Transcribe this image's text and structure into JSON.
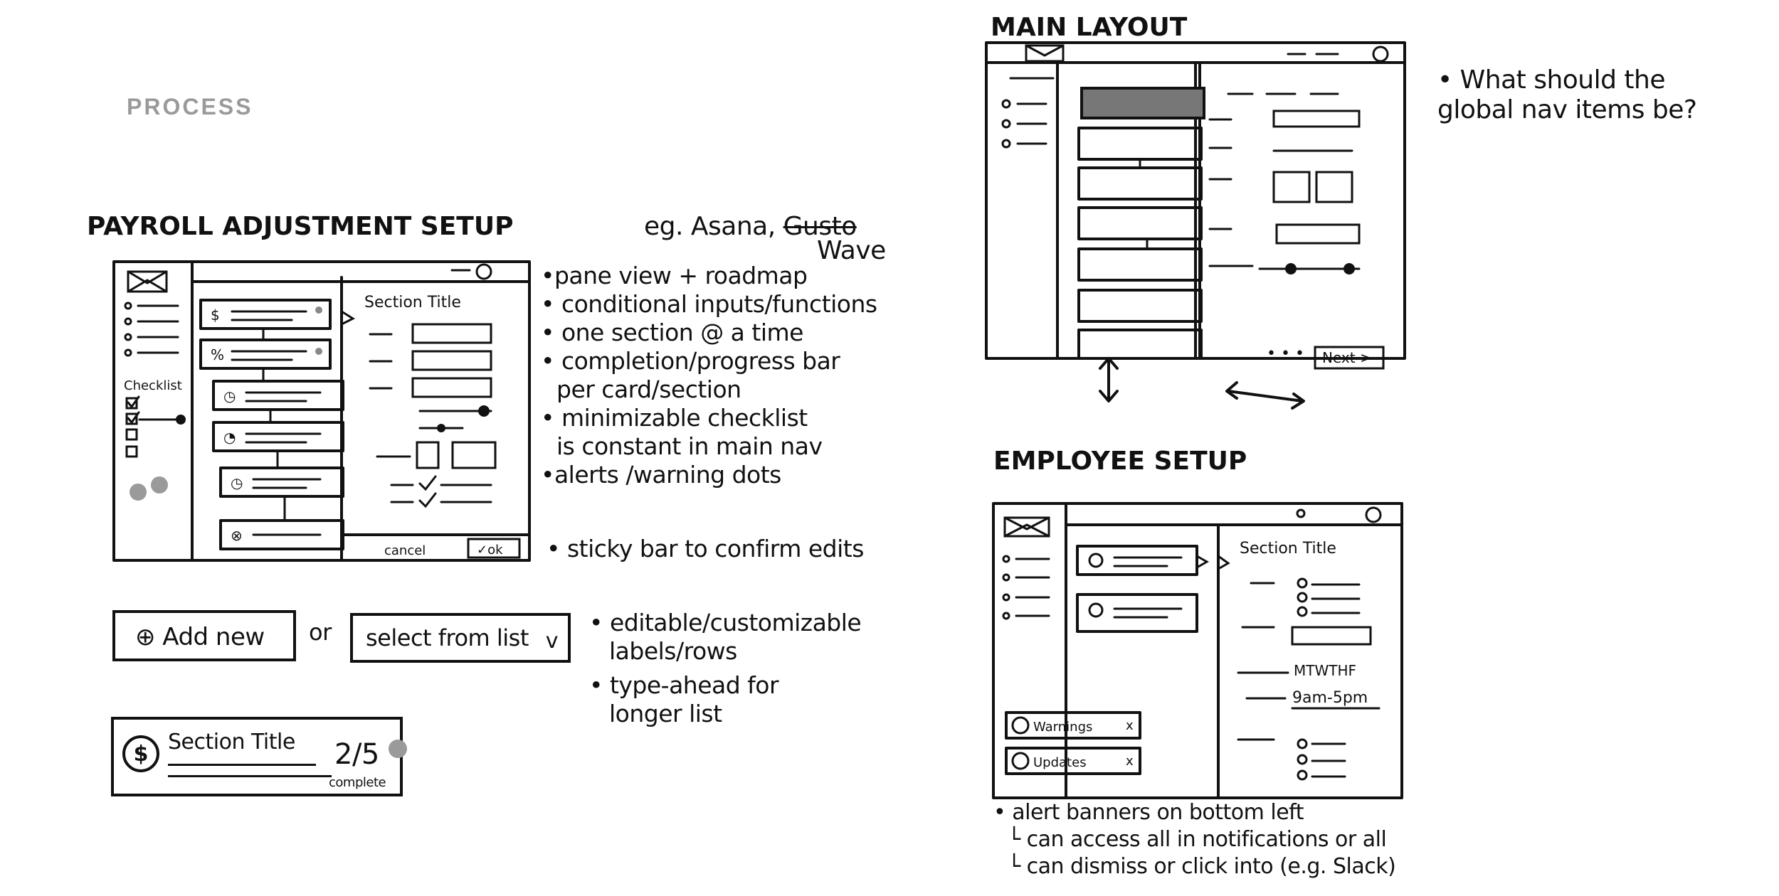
{
  "process_label": "PROCESS",
  "payroll": {
    "title": "PAYROLL ADJUSTMENT SETUP",
    "example_prefix": "eg. Asana,",
    "example_struck": "Gusto",
    "example_wave": "Wave",
    "notes": [
      "•pane view + roadmap",
      "• conditional inputs/functions",
      "• one section @ a time",
      "• completion/progress bar",
      "per card/section",
      "• minimizable checklist",
      "is constant in main nav",
      "•alerts /warning dots"
    ],
    "sticky_note": "• sticky bar to confirm edits",
    "sketch": {
      "checklist_label": "Checklist",
      "section_title": "Section Title",
      "cancel": "cancel",
      "confirm": "✓ok",
      "card_icons": [
        "$",
        "%",
        "◷",
        "◔",
        "◷",
        "⊗"
      ]
    }
  },
  "components": {
    "add_new": "⊕ Add new",
    "or": "or",
    "select_from_list": "select from list",
    "dropdown_arrow": "v",
    "notes": [
      "• editable/customizable",
      "labels/rows",
      "• type-ahead for",
      "longer list"
    ],
    "section_card": {
      "icon": "$",
      "title": "Section Title",
      "fraction": "2/5",
      "complete": "complete"
    }
  },
  "main_layout": {
    "title": "MAIN LAYOUT",
    "next_button": "Next >",
    "dots": "• • •",
    "note_lines": [
      "• What should the",
      "global nav items be?"
    ]
  },
  "employee": {
    "title": "EMPLOYEE SETUP",
    "section_title": "Section Title",
    "days": "MTWTHF",
    "hours": "9am-5pm",
    "warnings": "Warnings",
    "updates": "Updates",
    "dismiss": "x",
    "notes": [
      "• alert banners on bottom left",
      "└ can access all in notifications or all",
      "└ can dismiss or click into (e.g. Slack)"
    ]
  }
}
